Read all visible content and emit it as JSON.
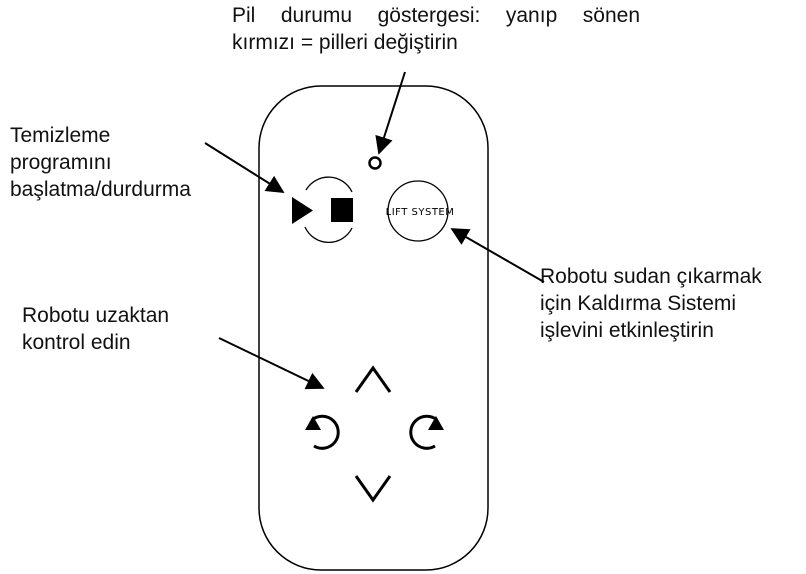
{
  "labels": {
    "battery_line1_words": [
      "Pil",
      "durumu",
      "göstergesi:",
      "yanıp",
      "sönen"
    ],
    "battery_line2": "kırmızı = pilleri değiştirin",
    "startstop": [
      "Temizleme",
      "programını",
      "başlatma/durdurma"
    ],
    "lift": [
      "Robotu sudan çıkarmak",
      "için Kaldırma Sistemi",
      "işlevini etkinleştirin"
    ],
    "remote": [
      "Robotu uzaktan",
      "kontrol edin"
    ]
  },
  "remote": {
    "lift_button_text": "LIFT SYSTEM",
    "icons": [
      "battery-led-icon",
      "play-icon",
      "stop-icon",
      "lift-system-button",
      "up-arrow-icon",
      "down-arrow-icon",
      "rotate-left-icon",
      "rotate-right-icon"
    ]
  },
  "colors": {
    "stroke": "#000000",
    "background": "#ffffff"
  }
}
